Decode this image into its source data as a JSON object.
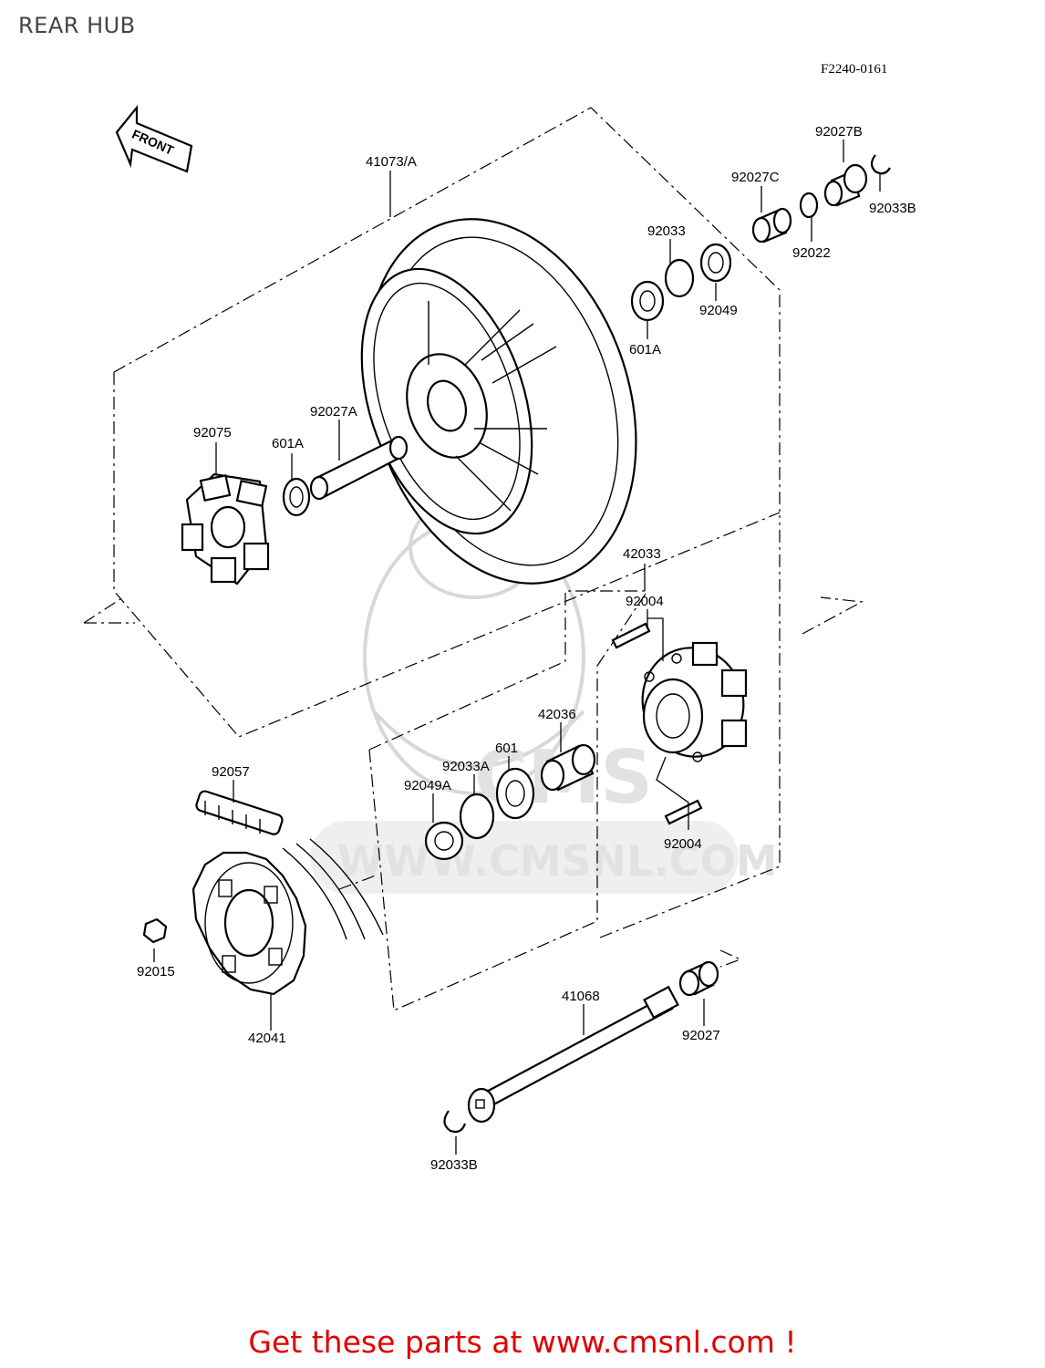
{
  "title": "REAR HUB",
  "diagram_code": "F2240-0161",
  "front_arrow_text": "FRONT",
  "watermark": {
    "brand": "CMS",
    "url": "WWW.CMSNL.COM"
  },
  "parts": {
    "p41073A": "41073/A",
    "p92027B": "92027B",
    "p92027C": "92027C",
    "p92033B_top": "92033B",
    "p92022": "92022",
    "p92033": "92033",
    "p92049": "92049",
    "p601A_right": "601A",
    "p92075": "92075",
    "p92027A": "92027A",
    "p601A_left": "601A",
    "p42033": "42033",
    "p92004_top": "92004",
    "p42036": "42036",
    "p601": "601",
    "p92033A": "92033A",
    "p92049A": "92049A",
    "p92004_bottom": "92004",
    "p92057": "92057",
    "p92015": "92015",
    "p42041": "42041",
    "p41068": "41068",
    "p92027": "92027",
    "p92033B_bottom": "92033B"
  },
  "footer": "Get these parts at www.cmsnl.com !"
}
